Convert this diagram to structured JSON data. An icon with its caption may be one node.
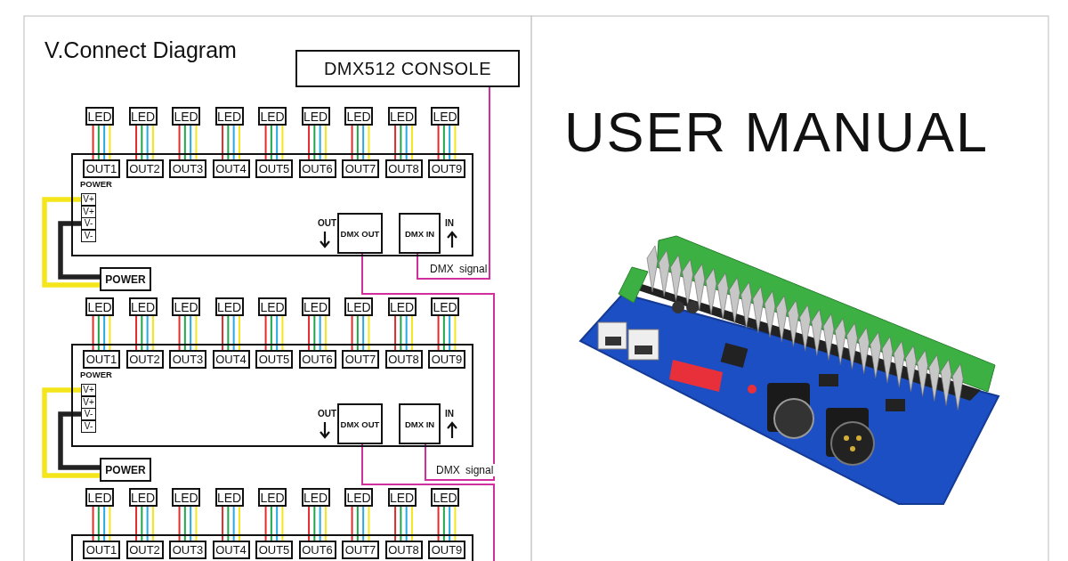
{
  "diagram": {
    "title": "USER MANUAL",
    "nodes": [
      {
        "text": [
          "DMX512 CONSOLE"
        ]
      },
      {
        "text": [
          "LED"
        ]
      },
      {
        "text": [
          "LED"
        ]
      },
      {
        "text": [
          "LED"
        ]
      },
      {
        "text": [
          "LED"
        ]
      },
      {
        "text": [
          "LED"
        ]
      },
      {
        "text": [
          "LED"
        ]
      },
      {
        "text": [
          "LED"
        ]
      },
      {
        "text": [
          "LED"
        ]
      },
      {
        "text": [
          "LED"
        ]
      },
      {
        "text": [],
        "shape": "box"
      },
      {
        "text": [
          "OUT1"
        ],
        "in": 10
      },
      {
        "text": [
          "OUT2"
        ],
        "in": 10
      },
      {
        "text": [
          "OUT3"
        ],
        "in": 10
      },
      {
        "text": [
          "OUT4"
        ],
        "in": 10
      },
      {
        "text": [
          "OUT5"
        ],
        "in": 10
      },
      {
        "text": [
          "OUT6"
        ],
        "in": 10
      },
      {
        "text": [
          "OUT7"
        ],
        "in": 10
      },
      {
        "text": [
          "OUT8"
        ],
        "in": 10
      },
      {
        "text": [
          "OUT9"
        ],
        "in": 10
      },
      {
        "text": [
          "POWER",
          "V+",
          "V+",
          "V-",
          "V-"
        ],
        "in": 10
      },
      {
        "text": [
          "DMX OUT"
        ],
        "in": 10,
        "beside": [
          "OUT"
        ]
      },
      {
        "text": [
          "DMX IN"
        ],
        "in": 10,
        "beside": [
          "IN"
        ]
      },
      {
        "text": [
          "POWER"
        ]
      },
      {
        "text": [
          "LED"
        ]
      },
      {
        "text": [
          "LED"
        ]
      },
      {
        "text": [
          "LED"
        ]
      },
      {
        "text": [
          "LED"
        ]
      },
      {
        "text": [
          "LED"
        ]
      },
      {
        "text": [
          "LED"
        ]
      },
      {
        "text": [
          "LED"
        ]
      },
      {
        "text": [
          "LED"
        ]
      },
      {
        "text": [
          "LED"
        ]
      },
      {
        "text": [],
        "shape": "box"
      },
      {
        "text": [
          "OUT1"
        ],
        "in": 33
      },
      {
        "text": [
          "OUT2"
        ],
        "in": 33
      },
      {
        "text": [
          "OUT3"
        ],
        "in": 33
      },
      {
        "text": [
          "OUT4"
        ],
        "in": 33
      },
      {
        "text": [
          "OUT5"
        ],
        "in": 33
      },
      {
        "text": [
          "OUT6"
        ],
        "in": 33
      },
      {
        "text": [
          "OUT7"
        ],
        "in": 33
      },
      {
        "text": [
          "OUT8"
        ],
        "in": 33
      },
      {
        "text": [
          "OUT9"
        ],
        "in": 33
      },
      {
        "text": [
          "POWER",
          "V+",
          "V+",
          "V-",
          "V-"
        ],
        "in": 33
      },
      {
        "text": [
          "DMX OUT"
        ],
        "in": 33,
        "beside": [
          "OUT"
        ]
      },
      {
        "text": [
          "DMX IN"
        ],
        "in": 33,
        "beside": [
          "IN"
        ]
      },
      {
        "text": [
          "POWER"
        ]
      },
      {
        "text": [
          "LED"
        ]
      },
      {
        "text": [
          "LED"
        ]
      },
      {
        "text": [
          "LED"
        ]
      },
      {
        "text": [
          "LED"
        ]
      },
      {
        "text": [
          "LED"
        ]
      },
      {
        "text": [
          "LED"
        ]
      },
      {
        "text": [
          "LED"
        ]
      },
      {
        "text": [
          "LED"
        ]
      },
      {
        "text": [
          "LED"
        ]
      },
      {
        "text": [],
        "shape": "box"
      },
      {
        "text": [
          "OUT1"
        ],
        "in": 56
      },
      {
        "text": [
          "OUT2"
        ],
        "in": 56
      },
      {
        "text": [
          "OUT3"
        ],
        "in": 56
      },
      {
        "text": [
          "OUT4"
        ],
        "in": 56
      },
      {
        "text": [
          "OUT5"
        ],
        "in": 56
      },
      {
        "text": [
          "OUT6"
        ],
        "in": 56
      },
      {
        "text": [
          "OUT7"
        ],
        "in": 56
      },
      {
        "text": [
          "OUT8"
        ],
        "in": 56
      },
      {
        "text": [
          "OUT9"
        ],
        "in": 56
      }
    ],
    "edges": [
      {
        "from": 0,
        "to": 22,
        "arrow": "none",
        "label": "DMX signal",
        "color": "#d12e9e"
      },
      {
        "from": 1,
        "to": 11,
        "arrow": "none",
        "color": "#e32b2b"
      },
      {
        "from": 1,
        "to": 11,
        "arrow": "none",
        "color": "#1fa64a"
      },
      {
        "from": 1,
        "to": 11,
        "arrow": "none",
        "color": "#27a9e1"
      },
      {
        "from": 1,
        "to": 11,
        "arrow": "none",
        "color": "#f5e61c"
      },
      {
        "from": 2,
        "to": 12,
        "arrow": "none",
        "color": "#e32b2b"
      },
      {
        "from": 2,
        "to": 12,
        "arrow": "none",
        "color": "#1fa64a"
      },
      {
        "from": 2,
        "to": 12,
        "arrow": "none",
        "color": "#27a9e1"
      },
      {
        "from": 2,
        "to": 12,
        "arrow": "none",
        "color": "#f5e61c"
      },
      {
        "from": 3,
        "to": 13,
        "arrow": "none",
        "color": "#e32b2b"
      },
      {
        "from": 3,
        "to": 13,
        "arrow": "none",
        "color": "#1fa64a"
      },
      {
        "from": 3,
        "to": 13,
        "arrow": "none",
        "color": "#27a9e1"
      },
      {
        "from": 3,
        "to": 13,
        "arrow": "none",
        "color": "#f5e61c"
      },
      {
        "from": 4,
        "to": 14,
        "arrow": "none",
        "color": "#e32b2b"
      },
      {
        "from": 4,
        "to": 14,
        "arrow": "none",
        "color": "#1fa64a"
      },
      {
        "from": 4,
        "to": 14,
        "arrow": "none",
        "color": "#27a9e1"
      },
      {
        "from": 4,
        "to": 14,
        "arrow": "none",
        "color": "#f5e61c"
      },
      {
        "from": 5,
        "to": 15,
        "arrow": "none",
        "color": "#e32b2b"
      },
      {
        "from": 5,
        "to": 15,
        "arrow": "none",
        "color": "#1fa64a"
      },
      {
        "from": 5,
        "to": 15,
        "arrow": "none",
        "color": "#27a9e1"
      },
      {
        "from": 5,
        "to": 15,
        "arrow": "none",
        "color": "#f5e61c"
      },
      {
        "from": 6,
        "to": 16,
        "arrow": "none",
        "color": "#e32b2b"
      },
      {
        "from": 6,
        "to": 16,
        "arrow": "none",
        "color": "#1fa64a"
      },
      {
        "from": 6,
        "to": 16,
        "arrow": "none",
        "color": "#27a9e1"
      },
      {
        "from": 6,
        "to": 16,
        "arrow": "none",
        "color": "#f5e61c"
      },
      {
        "from": 7,
        "to": 17,
        "arrow": "none",
        "color": "#e32b2b"
      },
      {
        "from": 7,
        "to": 17,
        "arrow": "none",
        "color": "#1fa64a"
      },
      {
        "from": 7,
        "to": 17,
        "arrow": "none",
        "color": "#27a9e1"
      },
      {
        "from": 7,
        "to": 17,
        "arrow": "none",
        "color": "#f5e61c"
      },
      {
        "from": 8,
        "to": 18,
        "arrow": "none",
        "color": "#e32b2b"
      },
      {
        "from": 8,
        "to": 18,
        "arrow": "none",
        "color": "#1fa64a"
      },
      {
        "from": 8,
        "to": 18,
        "arrow": "none",
        "color": "#27a9e1"
      },
      {
        "from": 8,
        "to": 18,
        "arrow": "none",
        "color": "#f5e61c"
      },
      {
        "from": 9,
        "to": 19,
        "arrow": "none",
        "color": "#e32b2b"
      },
      {
        "from": 9,
        "to": 19,
        "arrow": "none",
        "color": "#1fa64a"
      },
      {
        "from": 9,
        "to": 19,
        "arrow": "none",
        "color": "#27a9e1"
      },
      {
        "from": 9,
        "to": 19,
        "arrow": "none",
        "color": "#f5e61c"
      },
      {
        "from": 23,
        "to": 20,
        "arrow": "none",
        "style": "thick",
        "color": "#f5e61c"
      },
      {
        "from": 23,
        "to": 20,
        "arrow": "none",
        "style": "thick",
        "color": "#222222"
      },
      {
        "from": 21,
        "to": 45,
        "arrow": "none",
        "label": "DMX signal",
        "color": "#d12e9e"
      },
      {
        "from": 24,
        "to": 34,
        "arrow": "none",
        "color": "#e32b2b"
      },
      {
        "from": 24,
        "to": 34,
        "arrow": "none",
        "color": "#1fa64a"
      },
      {
        "from": 24,
        "to": 34,
        "arrow": "none",
        "color": "#27a9e1"
      },
      {
        "from": 24,
        "to": 34,
        "arrow": "none",
        "color": "#f5e61c"
      },
      {
        "from": 25,
        "to": 35,
        "arrow": "none",
        "color": "#e32b2b"
      },
      {
        "from": 25,
        "to": 35,
        "arrow": "none",
        "color": "#1fa64a"
      },
      {
        "from": 25,
        "to": 35,
        "arrow": "none",
        "color": "#27a9e1"
      },
      {
        "from": 25,
        "to": 35,
        "arrow": "none",
        "color": "#f5e61c"
      },
      {
        "from": 26,
        "to": 36,
        "arrow": "none",
        "color": "#e32b2b"
      },
      {
        "from": 26,
        "to": 36,
        "arrow": "none",
        "color": "#1fa64a"
      },
      {
        "from": 26,
        "to": 36,
        "arrow": "none",
        "color": "#27a9e1"
      },
      {
        "from": 26,
        "to": 36,
        "arrow": "none",
        "color": "#f5e61c"
      },
      {
        "from": 27,
        "to": 37,
        "arrow": "none",
        "color": "#e32b2b"
      },
      {
        "from": 27,
        "to": 37,
        "arrow": "none",
        "color": "#1fa64a"
      },
      {
        "from": 27,
        "to": 37,
        "arrow": "none",
        "color": "#27a9e1"
      },
      {
        "from": 27,
        "to": 37,
        "arrow": "none",
        "color": "#f5e61c"
      },
      {
        "from": 28,
        "to": 38,
        "arrow": "none",
        "color": "#e32b2b"
      },
      {
        "from": 28,
        "to": 38,
        "arrow": "none",
        "color": "#1fa64a"
      },
      {
        "from": 28,
        "to": 38,
        "arrow": "none",
        "color": "#27a9e1"
      },
      {
        "from": 28,
        "to": 38,
        "arrow": "none",
        "color": "#f5e61c"
      },
      {
        "from": 29,
        "to": 39,
        "arrow": "none",
        "color": "#e32b2b"
      },
      {
        "from": 29,
        "to": 39,
        "arrow": "none",
        "color": "#1fa64a"
      },
      {
        "from": 29,
        "to": 39,
        "arrow": "none",
        "color": "#27a9e1"
      },
      {
        "from": 29,
        "to": 39,
        "arrow": "none",
        "color": "#f5e61c"
      },
      {
        "from": 30,
        "to": 40,
        "arrow": "none",
        "color": "#e32b2b"
      },
      {
        "from": 30,
        "to": 40,
        "arrow": "none",
        "color": "#1fa64a"
      },
      {
        "from": 30,
        "to": 40,
        "arrow": "none",
        "color": "#27a9e1"
      },
      {
        "from": 30,
        "to": 40,
        "arrow": "none",
        "color": "#f5e61c"
      },
      {
        "from": 31,
        "to": 41,
        "arrow": "none",
        "color": "#e32b2b"
      },
      {
        "from": 31,
        "to": 41,
        "arrow": "none",
        "color": "#1fa64a"
      },
      {
        "from": 31,
        "to": 41,
        "arrow": "none",
        "color": "#27a9e1"
      },
      {
        "from": 31,
        "to": 41,
        "arrow": "none",
        "color": "#f5e61c"
      },
      {
        "from": 32,
        "to": 42,
        "arrow": "none",
        "color": "#e32b2b"
      },
      {
        "from": 32,
        "to": 42,
        "arrow": "none",
        "color": "#1fa64a"
      },
      {
        "from": 32,
        "to": 42,
        "arrow": "none",
        "color": "#27a9e1"
      },
      {
        "from": 32,
        "to": 42,
        "arrow": "none",
        "color": "#f5e61c"
      },
      {
        "from": 46,
        "to": 43,
        "arrow": "none",
        "style": "thick",
        "color": "#f5e61c"
      },
      {
        "from": 46,
        "to": 43,
        "arrow": "none",
        "style": "thick",
        "color": "#222222"
      },
      {
        "from": 44,
        "to": null,
        "arrow": "none",
        "color": "#d12e9e"
      },
      {
        "from": 47,
        "to": 57,
        "arrow": "none",
        "color": "#e32b2b"
      },
      {
        "from": 47,
        "to": 57,
        "arrow": "none",
        "color": "#1fa64a"
      },
      {
        "from": 47,
        "to": 57,
        "arrow": "none",
        "color": "#27a9e1"
      },
      {
        "from": 47,
        "to": 57,
        "arrow": "none",
        "color": "#f5e61c"
      },
      {
        "from": 48,
        "to": 58,
        "arrow": "none",
        "color": "#e32b2b"
      },
      {
        "from": 48,
        "to": 58,
        "arrow": "none",
        "color": "#1fa64a"
      },
      {
        "from": 48,
        "to": 58,
        "arrow": "none",
        "color": "#27a9e1"
      },
      {
        "from": 48,
        "to": 58,
        "arrow": "none",
        "color": "#f5e61c"
      },
      {
        "from": 49,
        "to": 59,
        "arrow": "none",
        "color": "#e32b2b"
      },
      {
        "from": 49,
        "to": 59,
        "arrow": "none",
        "color": "#1fa64a"
      },
      {
        "from": 49,
        "to": 59,
        "arrow": "none",
        "color": "#27a9e1"
      },
      {
        "from": 49,
        "to": 59,
        "arrow": "none",
        "color": "#f5e61c"
      },
      {
        "from": 50,
        "to": 60,
        "arrow": "none",
        "color": "#e32b2b"
      },
      {
        "from": 50,
        "to": 60,
        "arrow": "none",
        "color": "#1fa64a"
      },
      {
        "from": 50,
        "to": 60,
        "arrow": "none",
        "color": "#27a9e1"
      },
      {
        "from": 50,
        "to": 60,
        "arrow": "none",
        "color": "#f5e61c"
      },
      {
        "from": 51,
        "to": 61,
        "arrow": "none",
        "color": "#e32b2b"
      },
      {
        "from": 51,
        "to": 61,
        "arrow": "none",
        "color": "#1fa64a"
      },
      {
        "from": 51,
        "to": 61,
        "arrow": "none",
        "color": "#27a9e1"
      },
      {
        "from": 51,
        "to": 61,
        "arrow": "none",
        "color": "#f5e61c"
      },
      {
        "from": 52,
        "to": 62,
        "arrow": "none",
        "color": "#e32b2b"
      },
      {
        "from": 52,
        "to": 62,
        "arrow": "none",
        "color": "#1fa64a"
      },
      {
        "from": 52,
        "to": 62,
        "arrow": "none",
        "color": "#27a9e1"
      },
      {
        "from": 52,
        "to": 62,
        "arrow": "none",
        "color": "#f5e61c"
      },
      {
        "from": 53,
        "to": 63,
        "arrow": "none",
        "color": "#e32b2b"
      },
      {
        "from": 53,
        "to": 63,
        "arrow": "none",
        "color": "#1fa64a"
      },
      {
        "from": 53,
        "to": 63,
        "arrow": "none",
        "color": "#27a9e1"
      },
      {
        "from": 53,
        "to": 63,
        "arrow": "none",
        "color": "#f5e61c"
      },
      {
        "from": 54,
        "to": 64,
        "arrow": "none",
        "color": "#e32b2b"
      },
      {
        "from": 54,
        "to": 64,
        "arrow": "none",
        "color": "#1fa64a"
      },
      {
        "from": 54,
        "to": 64,
        "arrow": "none",
        "color": "#27a9e1"
      },
      {
        "from": 54,
        "to": 64,
        "arrow": "none",
        "color": "#f5e61c"
      },
      {
        "from": 55,
        "to": 65,
        "arrow": "none",
        "color": "#e32b2b"
      },
      {
        "from": 55,
        "to": 65,
        "arrow": "none",
        "color": "#1fa64a"
      },
      {
        "from": 55,
        "to": 65,
        "arrow": "none",
        "color": "#27a9e1"
      },
      {
        "from": 55,
        "to": 65,
        "arrow": "none",
        "color": "#f5e61c"
      }
    ],
    "labels": [
      "V.Connect Diagram"
    ]
  }
}
